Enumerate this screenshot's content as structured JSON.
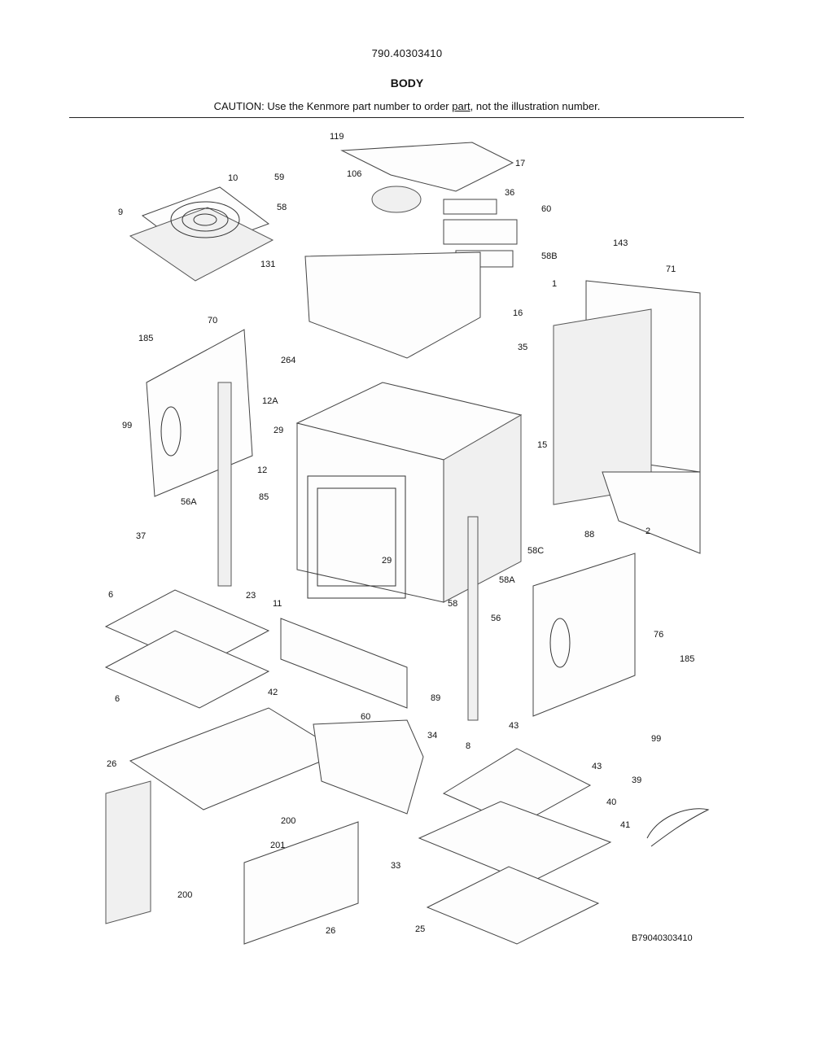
{
  "header": {
    "model": "790.40303410",
    "section": "BODY",
    "caution_pre": "CAUTION: Use the Kenmore part number to order ",
    "caution_link": "part",
    "caution_post": ", not the illustration number."
  },
  "footer": {
    "diagram_id": "B79040303410"
  },
  "callouts": [
    "119",
    "17",
    "10",
    "59",
    "106",
    "36",
    "9",
    "58",
    "60",
    "131",
    "58B",
    "143",
    "71",
    "70",
    "185",
    "16",
    "1",
    "264",
    "35",
    "12A",
    "99",
    "29",
    "15",
    "12",
    "85",
    "56A",
    "37",
    "58C",
    "88",
    "2",
    "29",
    "23",
    "11",
    "58",
    "58A",
    "6",
    "56",
    "76",
    "185",
    "6",
    "89",
    "60",
    "42",
    "43",
    "8",
    "34",
    "99",
    "26",
    "43",
    "39",
    "40",
    "41",
    "200",
    "201",
    "200",
    "33",
    "25",
    "26"
  ]
}
